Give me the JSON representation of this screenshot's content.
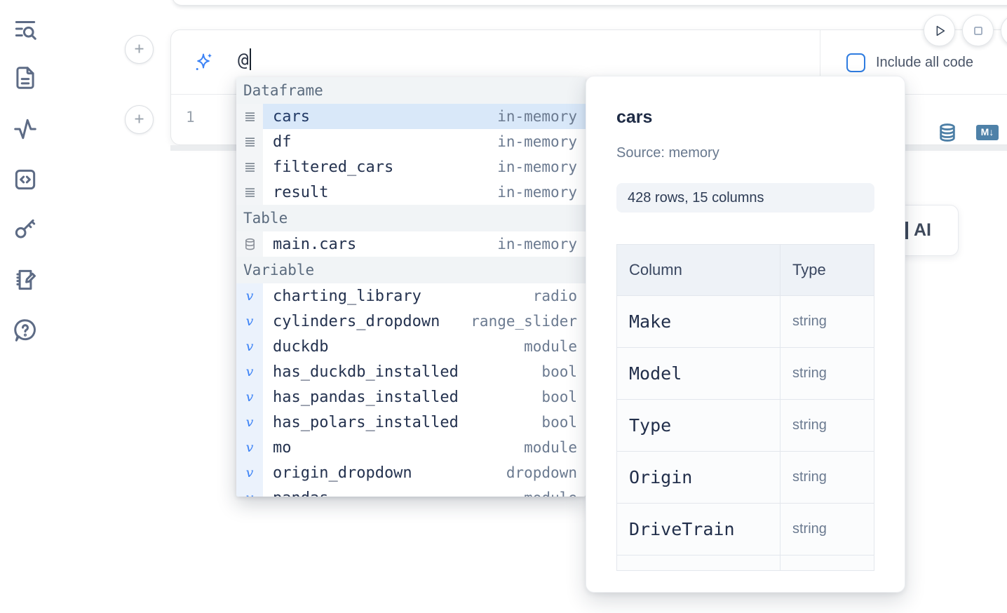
{
  "sidebar": {
    "items": [
      {
        "name": "list-search",
        "label": "Search"
      },
      {
        "name": "file-document",
        "label": "Files"
      },
      {
        "name": "activity",
        "label": "Activity"
      },
      {
        "name": "code-snippets",
        "label": "Snippets"
      },
      {
        "name": "keyboard-key",
        "label": "Shortcuts"
      },
      {
        "name": "scratchpad",
        "label": "Scratchpad"
      },
      {
        "name": "help-chat",
        "label": "Help"
      }
    ]
  },
  "toolbar": {
    "run_button": "run",
    "stop_button": "stop"
  },
  "ai_prompt": {
    "value": "@",
    "include_all_code_label": "Include all code",
    "checkbox_checked": false
  },
  "editor": {
    "line_number": "1"
  },
  "autocomplete": {
    "sections": [
      {
        "label": "Dataframe",
        "kind": "dataframe",
        "items": [
          {
            "name": "cars",
            "type": "in-memory",
            "selected": true
          },
          {
            "name": "df",
            "type": "in-memory"
          },
          {
            "name": "filtered_cars",
            "type": "in-memory"
          },
          {
            "name": "result",
            "type": "in-memory"
          }
        ]
      },
      {
        "label": "Table",
        "kind": "table",
        "items": [
          {
            "name": "main.cars",
            "type": "in-memory"
          }
        ]
      },
      {
        "label": "Variable",
        "kind": "variable",
        "items": [
          {
            "name": "charting_library",
            "type": "radio"
          },
          {
            "name": "cylinders_dropdown",
            "type": "range_slider"
          },
          {
            "name": "duckdb",
            "type": "module"
          },
          {
            "name": "has_duckdb_installed",
            "type": "bool"
          },
          {
            "name": "has_pandas_installed",
            "type": "bool"
          },
          {
            "name": "has_polars_installed",
            "type": "bool"
          },
          {
            "name": "mo",
            "type": "module"
          },
          {
            "name": "origin_dropdown",
            "type": "dropdown"
          },
          {
            "name": "pandas",
            "type": "module"
          }
        ]
      }
    ]
  },
  "preview": {
    "title": "cars",
    "source": "Source: memory",
    "shape": "428 rows, 15 columns",
    "table": {
      "headers": [
        "Column",
        "Type"
      ],
      "rows": [
        {
          "column": "Make",
          "type": "string"
        },
        {
          "column": "Model",
          "type": "string"
        },
        {
          "column": "Type",
          "type": "string"
        },
        {
          "column": "Origin",
          "type": "string"
        },
        {
          "column": "DriveTrain",
          "type": "string"
        }
      ]
    }
  },
  "partial_button": {
    "visible_label": "AI"
  },
  "colors": {
    "accent_blue": "#3b82f6",
    "steel_icon_blue": "#4d7fa6",
    "selected_row_bg": "#d9e8f9",
    "checkbox_border": "#2f7ce0"
  }
}
